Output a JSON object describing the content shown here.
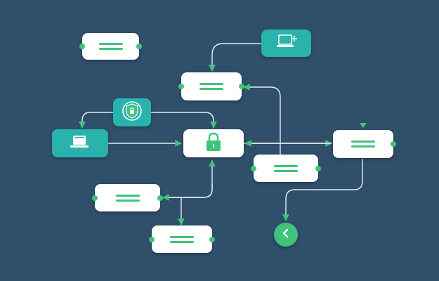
{
  "diagram": {
    "colors": {
      "background": "#2f4f6b",
      "node": "#ffffff",
      "accent_node": "#2ab3ad",
      "accent": "#3fc47b",
      "connector": "#e6eef2"
    },
    "nodes": [
      {
        "id": "top-left-card",
        "kind": "text-placeholder"
      },
      {
        "id": "laptop-upload-card",
        "kind": "icon",
        "icon": "laptop-plus-icon"
      },
      {
        "id": "upper-center-card",
        "kind": "text-placeholder"
      },
      {
        "id": "shield-card",
        "kind": "icon",
        "icon": "shield-lock-icon"
      },
      {
        "id": "laptop-card",
        "kind": "icon",
        "icon": "laptop-icon"
      },
      {
        "id": "lock-card",
        "kind": "icon",
        "icon": "padlock-icon"
      },
      {
        "id": "right-card",
        "kind": "text-placeholder"
      },
      {
        "id": "middle-right-card",
        "kind": "text-placeholder"
      },
      {
        "id": "lower-left-card",
        "kind": "text-placeholder"
      },
      {
        "id": "bottom-card",
        "kind": "text-placeholder"
      },
      {
        "id": "success-node",
        "kind": "icon",
        "icon": "check-icon"
      }
    ]
  }
}
